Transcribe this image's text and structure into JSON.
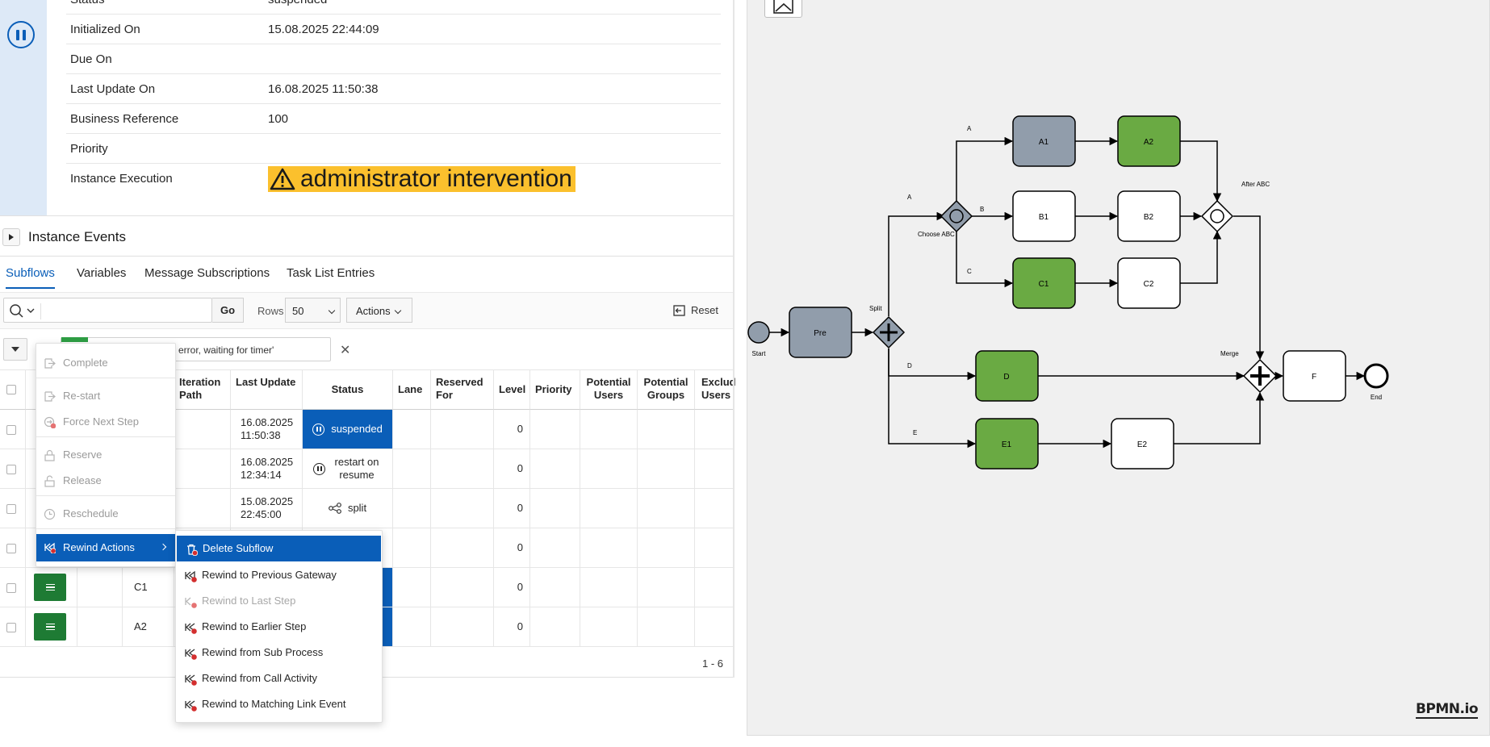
{
  "instance": {
    "rows": [
      {
        "label": "Status",
        "value": "suspended"
      },
      {
        "label": "Initialized On",
        "value": "15.08.2025 22:44:09"
      },
      {
        "label": "Due On",
        "value": ""
      },
      {
        "label": "Last Update On",
        "value": "16.08.2025 11:50:38"
      },
      {
        "label": "Business Reference",
        "value": "100"
      },
      {
        "label": "Priority",
        "value": ""
      },
      {
        "label": "Instance Execution",
        "value": "administrator intervention"
      }
    ]
  },
  "events": {
    "title": "Instance Events"
  },
  "tabs": [
    {
      "label": "Subflows",
      "active": true
    },
    {
      "label": "Variables"
    },
    {
      "label": "Message Subscriptions"
    },
    {
      "label": "Task List Entries"
    }
  ],
  "toolbar": {
    "go_label": "Go",
    "rows_label": "Rows",
    "rows_value": "50",
    "actions_label": "Actions",
    "reset_label": "Reset",
    "search_placeholder": ""
  },
  "filter": {
    "text": "error, waiting for timer'"
  },
  "grid": {
    "headers": {
      "iteration": "Iteration Path",
      "last_update": "Last Update",
      "status": "Status",
      "lane": "Lane",
      "reserved": "Reserved For",
      "level": "Level",
      "priority": "Priority",
      "pot_users": "Potential Users",
      "pot_groups": "Potential Groups",
      "excluded": "Exclud Users"
    },
    "rows": [
      {
        "activity": "",
        "last_update": "16.08.2025 11:50:38",
        "status": "suspended",
        "status_style": "blue",
        "level": "0"
      },
      {
        "activity": "",
        "last_update": "16.08.2025 12:34:14",
        "status": "restart on resume",
        "status_style": "plain",
        "level": "0"
      },
      {
        "activity": "",
        "last_update": "15.08.2025 22:45:00",
        "status": "split",
        "status_style": "plain",
        "level": "0"
      },
      {
        "activity": "",
        "last_update": "",
        "status": "",
        "status_style": "plain",
        "level": "0"
      },
      {
        "activity": "C1",
        "last_update": "",
        "status": "",
        "status_style": "blue",
        "level": "0"
      },
      {
        "activity": "A2",
        "last_update": "",
        "status": "",
        "status_style": "blue",
        "level": "0"
      }
    ],
    "pagination": "1 - 6"
  },
  "context_menu": {
    "items": [
      "Complete",
      "Re-start",
      "Force Next Step",
      "Reserve",
      "Release",
      "Reschedule",
      "Rewind Actions"
    ],
    "submenu": [
      "Delete Subflow",
      "Rewind to Previous Gateway",
      "Rewind to Last Step",
      "Rewind to Earlier Step",
      "Rewind from Sub Process",
      "Rewind from Call Activity",
      "Rewind to Matching Link Event"
    ]
  },
  "bpmn": {
    "logo": "BPMN.io",
    "colors": {
      "gray": "#919dab",
      "green": "#6aaa43",
      "white": "#ffffff",
      "warning": "#fbc02d",
      "primary": "#0a5eb8"
    },
    "tasks": {
      "pre": "Pre",
      "a1": "A1",
      "a2": "A2",
      "b1": "B1",
      "b2": "B2",
      "c1": "C1",
      "c2": "C2",
      "d": "D",
      "e1": "E1",
      "e2": "E2",
      "f": "F"
    },
    "labels": {
      "start": "Start",
      "end": "End",
      "split": "Split",
      "merge": "Merge",
      "choose": "Choose ABC",
      "after": "After ABC",
      "a": "A",
      "a2": "A",
      "b": "B",
      "c": "C",
      "d": "D",
      "e": "E"
    }
  }
}
